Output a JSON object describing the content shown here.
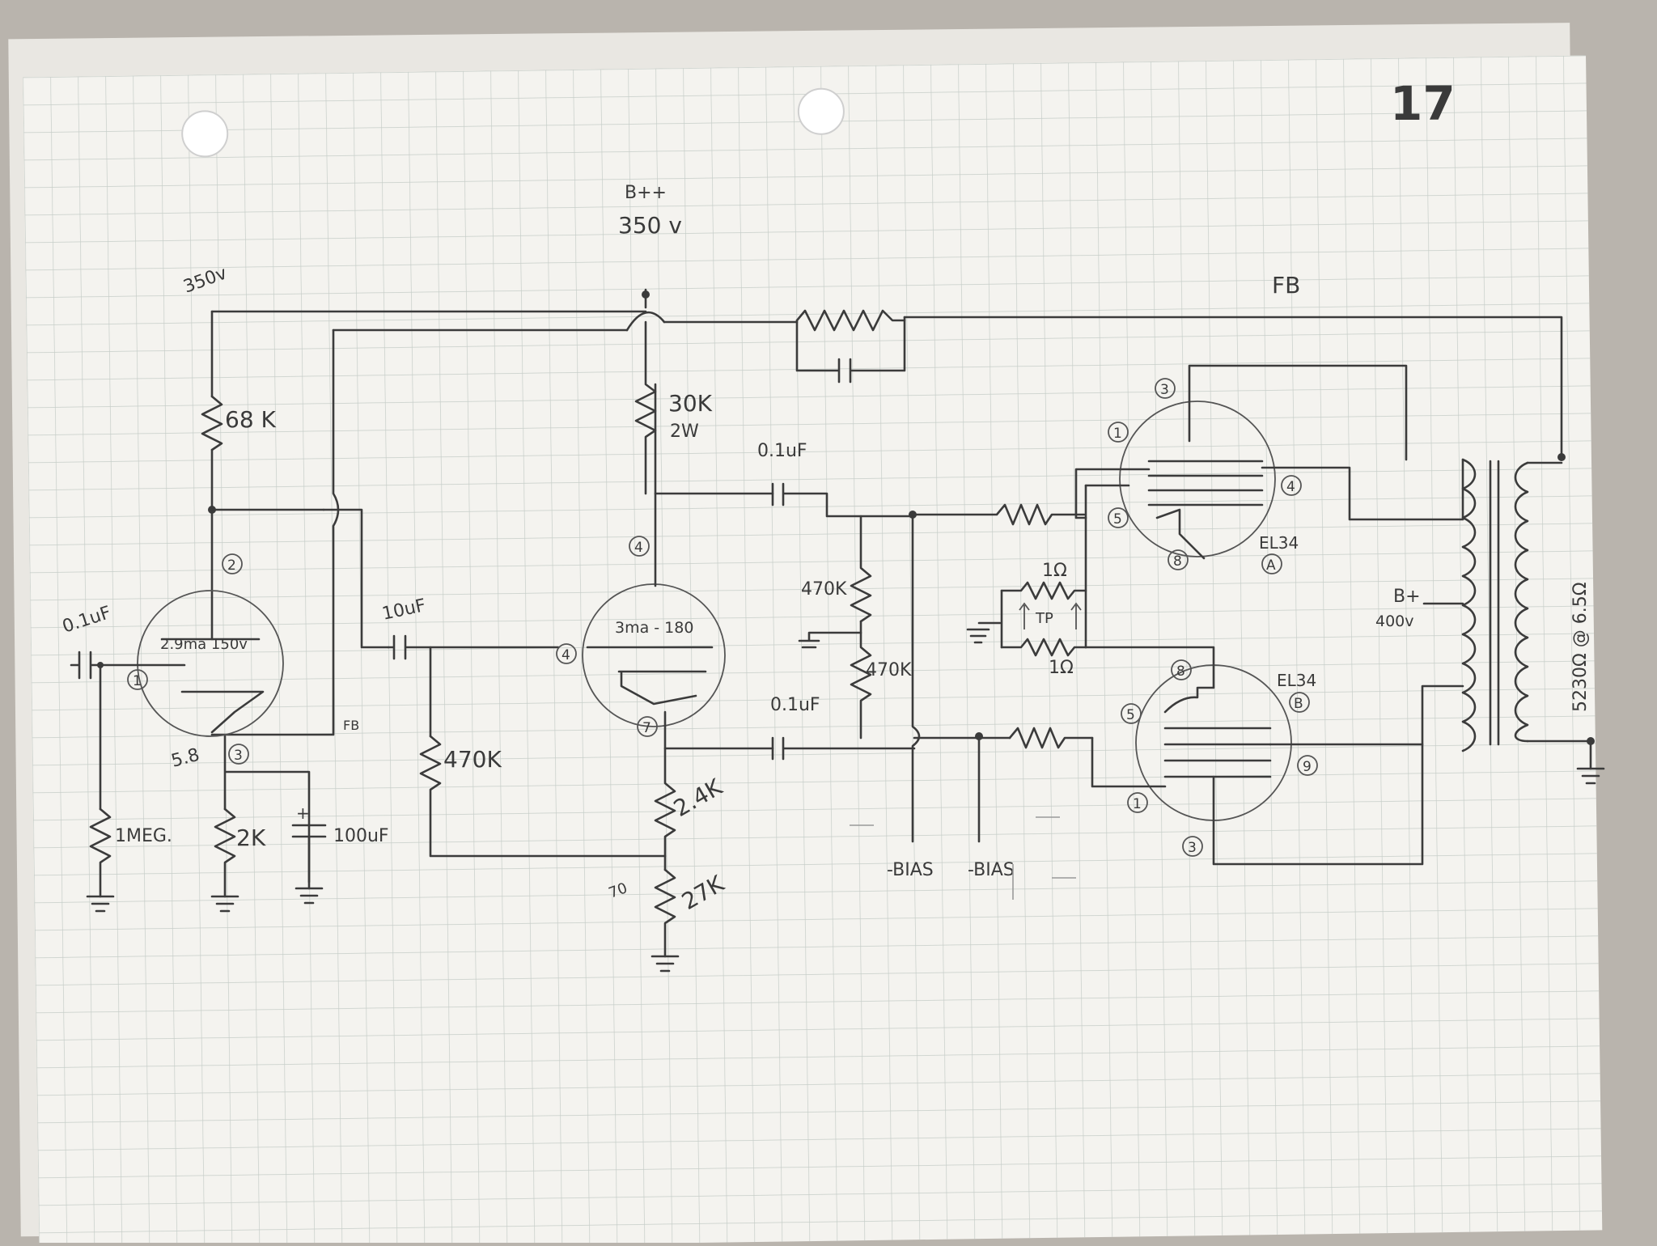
{
  "page": {
    "page_number": "17"
  },
  "labels": {
    "bpp": "B++",
    "bpp_volt": "350 v",
    "left_volt": "350v",
    "fb_top": "FB",
    "fb_small": "FB",
    "r_68k": "68 K",
    "r_30k": "30K",
    "r_30k_w": "2W",
    "cap_in": "0.1uF",
    "r_1meg": "1MEG.",
    "r_2k": "2K",
    "cap_100uf": "100uF",
    "tube1_note": "2.9ma 150v",
    "cath_v": "5.8",
    "cap_10uf": "10uF",
    "r_470k_a": "470K",
    "tube2_note": "3ma - 180",
    "r_2_4k": "2.4K",
    "r_27k": "27K",
    "v_70": "70",
    "cap_01_top": "0.1uF",
    "cap_01_bot": "0.1uF",
    "r_470k_b": "470K",
    "r_470k_c": "470K",
    "bias_left": "-BIAS",
    "bias_right": "-BIAS",
    "r_1ohm_top": "1Ω",
    "r_1ohm_bot": "1Ω",
    "tp": "TP",
    "el34_a": "EL34",
    "el34_a_id": "A",
    "el34_b": "EL34",
    "el34_b_id": "B",
    "bplus": "B+",
    "bplus_volt": "400v",
    "transformer": "5230Ω @ 6.5Ω"
  },
  "pins": {
    "t1_grid": "1",
    "t1_plate": "2",
    "t1_cath": "3",
    "t2_plate": "4",
    "t2_grid": "4",
    "t2_cath": "7",
    "a_g2": "3",
    "a_g1": "1",
    "a_grid": "5",
    "a_plate": "4",
    "a_cath": "8",
    "b_g2": "3",
    "b_g1": "1",
    "b_grid": "5",
    "b_plate": "9",
    "b_cath": "8"
  },
  "colors": {
    "paper": "#f4f3ef",
    "grid": "#c6cdc8",
    "ink": "#3b3b3b",
    "background": "#b9b4ad"
  }
}
